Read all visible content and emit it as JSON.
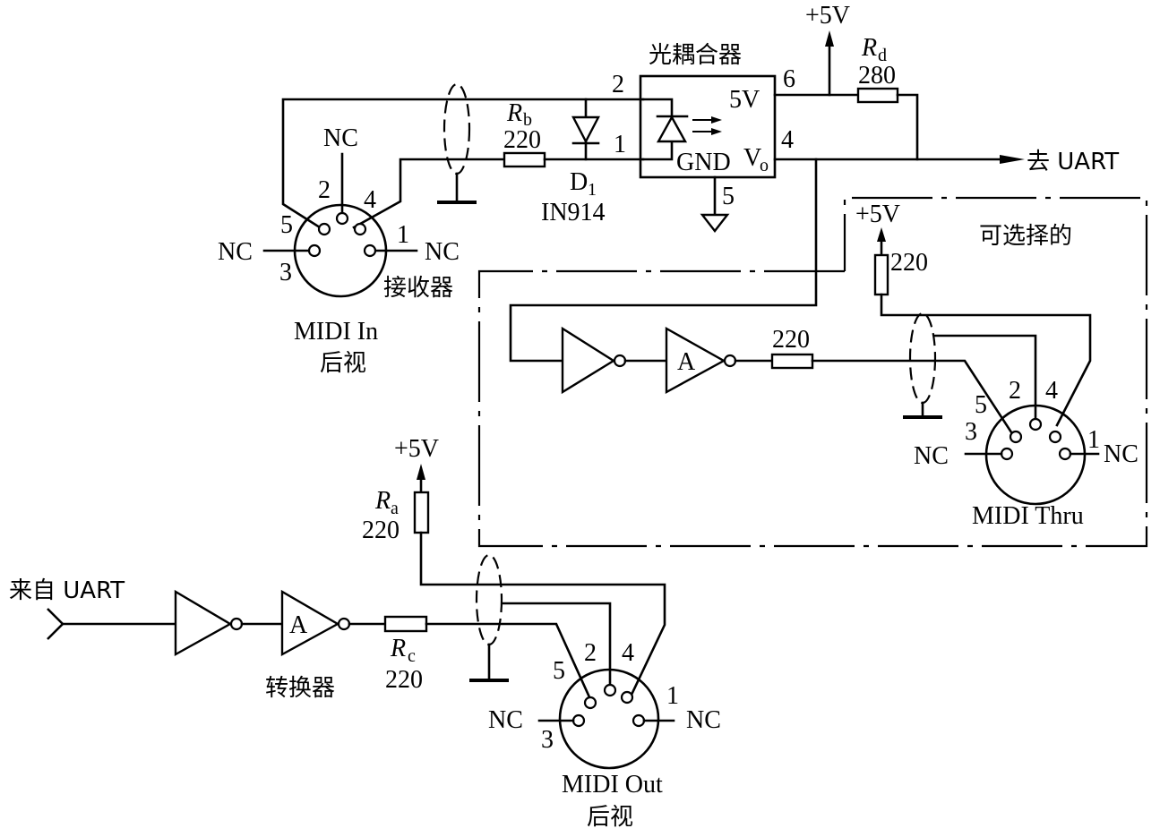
{
  "diagram": {
    "title": "MIDI interface circuit",
    "optocoupler": {
      "title": "光耦合器",
      "pin_5v_label": "5V",
      "pin_gnd_label": "GND",
      "pin_vo_label": "V",
      "pin_vo_sub": "o",
      "pin_numbers": {
        "p1": "1",
        "p2": "2",
        "p4": "4",
        "p5": "5",
        "p6": "6"
      }
    },
    "supply_label": "+5V",
    "to_uart_label": "去 UART",
    "from_uart_label": "来自 UART",
    "resistors": {
      "ra": {
        "name": "R",
        "sub": "a",
        "value": "220"
      },
      "rb": {
        "name": "R",
        "sub": "b",
        "value": "220"
      },
      "rc": {
        "name": "R",
        "sub": "c",
        "value": "220"
      },
      "rd": {
        "name": "R",
        "sub": "d",
        "value": "280"
      },
      "thru_pullup": {
        "value": "220"
      },
      "thru_series": {
        "value": "220"
      }
    },
    "diode": {
      "name": "D",
      "sub": "1",
      "part": "IN914"
    },
    "buffer_label": "A",
    "converter_label": "转换器",
    "receiver_label": "接收器",
    "optional_label": "可选择的",
    "connectors": {
      "midi_in": {
        "name": "MIDI In",
        "view": "后视"
      },
      "midi_thru": {
        "name": "MIDI Thru"
      },
      "midi_out": {
        "name": "MIDI Out",
        "view": "后视"
      },
      "nc": "NC",
      "pins": {
        "p1": "1",
        "p2": "2",
        "p3": "3",
        "p4": "4",
        "p5": "5"
      }
    }
  }
}
